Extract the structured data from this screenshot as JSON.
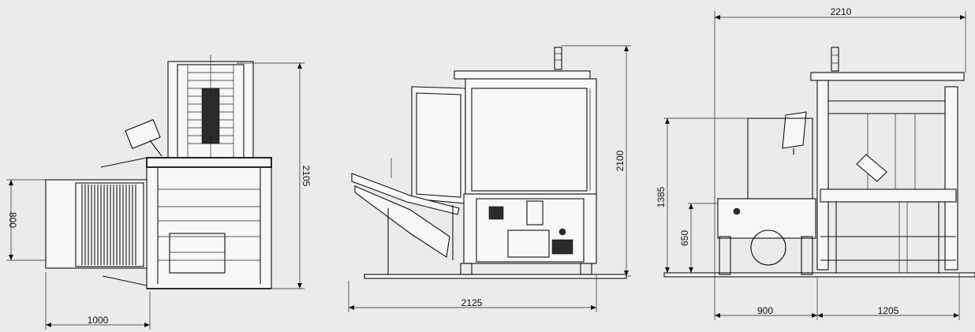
{
  "diagram": {
    "dimensions": {
      "left_depth": "1000",
      "left_width": "800",
      "left_height": "2105",
      "middle_length": "2125",
      "middle_height": "2100",
      "right_total": "2210",
      "right_height_top": "1385",
      "right_height_infeed": "650",
      "right_infeed_length": "900",
      "right_body_length": "1205"
    }
  },
  "colors": {
    "background": "#ebebeb",
    "line": "#111111"
  }
}
